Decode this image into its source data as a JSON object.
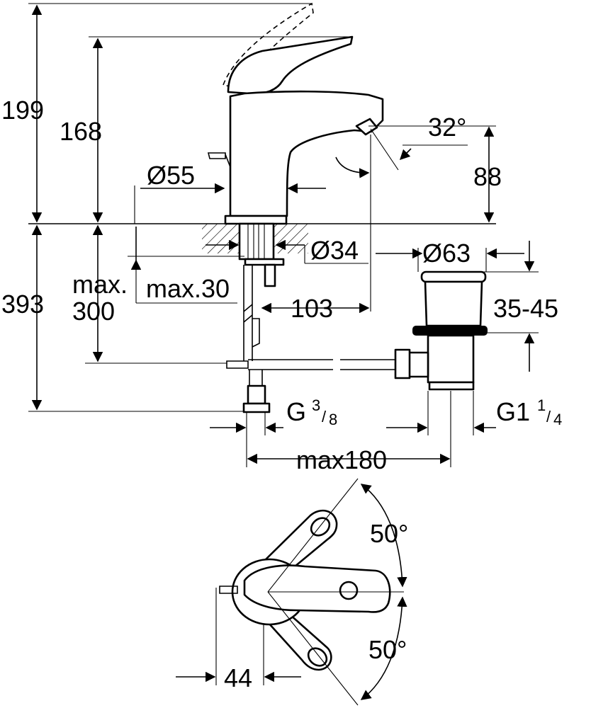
{
  "dimensions": {
    "total_height": "199",
    "body_height": "168",
    "base_diameter": "Ø55",
    "spout_angle": "32°",
    "spout_height": "88",
    "shank_diameter": "Ø34",
    "max_300_line1": "max.",
    "max_300_line2": "300",
    "max_30": "max.30",
    "below_deck": "393",
    "spout_reach": "103",
    "waste_diameter": "Ø63",
    "waste_range": "35-45",
    "inlet_thread_prefix": "G",
    "inlet_thread_num": "3",
    "inlet_thread_den": "8",
    "waste_thread_prefix": "G1",
    "waste_thread_num": "1",
    "waste_thread_den": "4",
    "max_180": "max180",
    "lever_angle_top": "50°",
    "lever_angle_bottom": "50°",
    "handle_offset": "44"
  }
}
